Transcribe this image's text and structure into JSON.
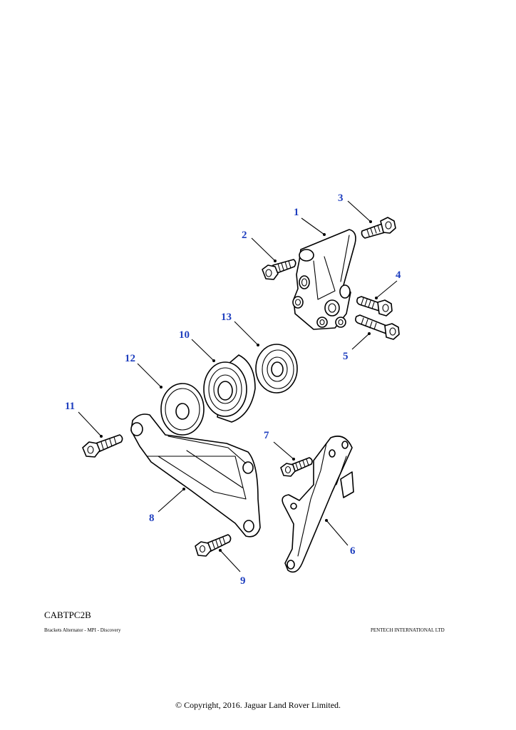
{
  "diagram": {
    "code": "CABTPC2B",
    "caption": "Brackets Alternator - MPI - Discovery",
    "publisher": "PENTECH INTERNATIONAL LTD",
    "copyright": "© Copyright, 2016. Jaguar Land Rover Limited.",
    "callout_color": "#1f3fbf",
    "callouts": {
      "c1": "1",
      "c2": "2",
      "c3": "3",
      "c4": "4",
      "c5": "5",
      "c6": "6",
      "c7": "7",
      "c8": "8",
      "c9": "9",
      "c10": "10",
      "c11": "11",
      "c12": "12",
      "c13": "13"
    },
    "parts": {
      "p1": "upper-bracket",
      "p2": "bolt",
      "p3": "bolt",
      "p4": "bolt",
      "p5": "bolt",
      "p6": "support-bracket",
      "p7": "bolt",
      "p8": "lower-bracket",
      "p9": "bolt",
      "p10": "idler-pulley",
      "p11": "bolt",
      "p12": "spacer",
      "p13": "pulley"
    }
  }
}
